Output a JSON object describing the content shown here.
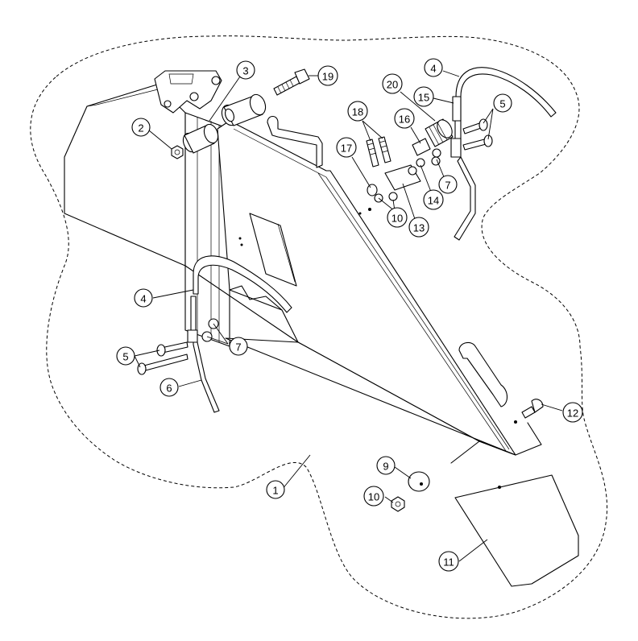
{
  "callouts": [
    {
      "id": "c1",
      "label": "1"
    },
    {
      "id": "c2",
      "label": "2"
    },
    {
      "id": "c3",
      "label": "3"
    },
    {
      "id": "c4a",
      "label": "4"
    },
    {
      "id": "c4b",
      "label": "4"
    },
    {
      "id": "c5a",
      "label": "5"
    },
    {
      "id": "c5b",
      "label": "5"
    },
    {
      "id": "c6",
      "label": "6"
    },
    {
      "id": "c7a",
      "label": "7"
    },
    {
      "id": "c7b",
      "label": "7"
    },
    {
      "id": "c9",
      "label": "9"
    },
    {
      "id": "c10a",
      "label": "10"
    },
    {
      "id": "c10b",
      "label": "10"
    },
    {
      "id": "c11",
      "label": "11"
    },
    {
      "id": "c12",
      "label": "12"
    },
    {
      "id": "c13",
      "label": "13"
    },
    {
      "id": "c14",
      "label": "14"
    },
    {
      "id": "c15",
      "label": "15"
    },
    {
      "id": "c16",
      "label": "16"
    },
    {
      "id": "c17",
      "label": "17"
    },
    {
      "id": "c18",
      "label": "18"
    },
    {
      "id": "c19",
      "label": "19"
    },
    {
      "id": "c20",
      "label": "20"
    }
  ]
}
